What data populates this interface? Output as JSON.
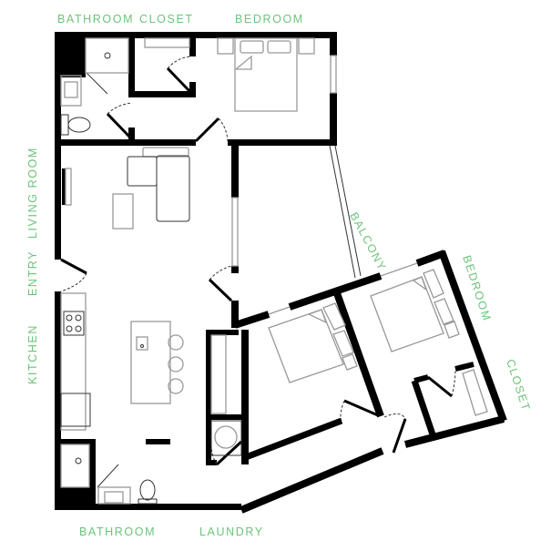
{
  "title": "Apartment floor plan",
  "rooms": {
    "bathroom_top": "BATHROOM",
    "closet_top": "CLOSET",
    "bedroom_top": "BEDROOM",
    "living_room": "LIVING ROOM",
    "entry": "ENTRY",
    "kitchen": "KITCHEN",
    "balcony": "BALCONY",
    "bedroom_right": "BEDROOM",
    "closet_right": "CLOSET",
    "bathroom_bottom": "BATHROOM",
    "laundry": "LAUNDRY"
  },
  "colors": {
    "label": "#6cc47a",
    "wall": "#000000",
    "furniture": "#999999"
  }
}
